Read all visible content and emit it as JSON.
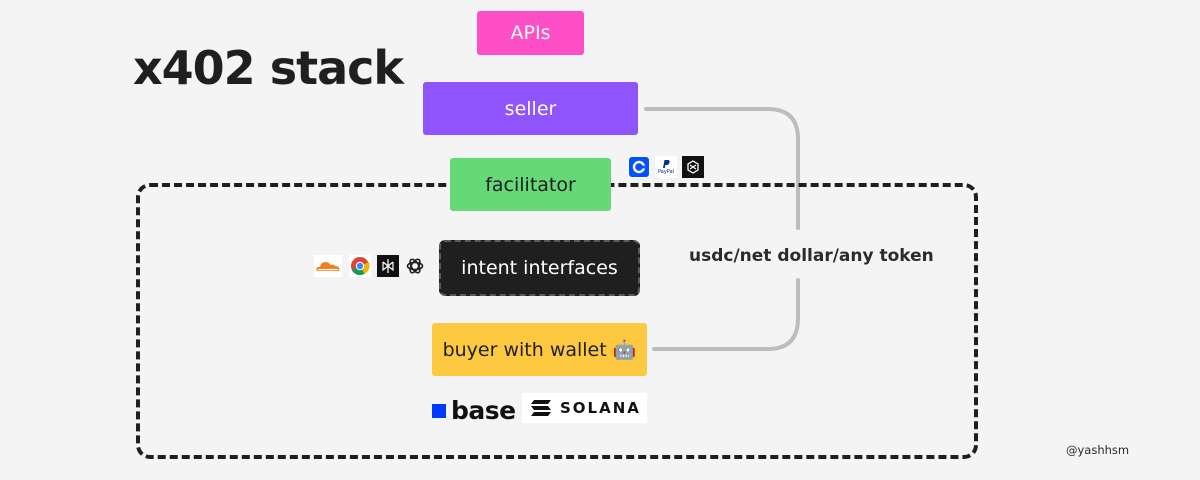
{
  "title": "x402 stack",
  "nodes": {
    "apis": "APIs",
    "seller": "seller",
    "facilitator": "facilitator",
    "intent": "intent interfaces",
    "buyer": "buyer with wallet 🤖"
  },
  "connector_label": "usdc/net dollar/any token",
  "facilitator_logos": [
    "coinbase-icon",
    "paypal-icon",
    "openai-hex-icon"
  ],
  "facilitator_logo_text": {
    "paypal": "PayPal"
  },
  "interface_logos": [
    "cloudflare-icon",
    "chrome-icon",
    "perplexity-icon",
    "openai-icon"
  ],
  "chains": {
    "base": "base",
    "solana": "SOLANA"
  },
  "handle": "@yashhsm",
  "colors": {
    "apis": "#ff4fc6",
    "seller": "#8f54fb",
    "facilitator": "#66d878",
    "intent": "#1f1f1f",
    "buyer": "#fdc940",
    "base_blue": "#0039ff",
    "background": "#f4f4f4"
  }
}
